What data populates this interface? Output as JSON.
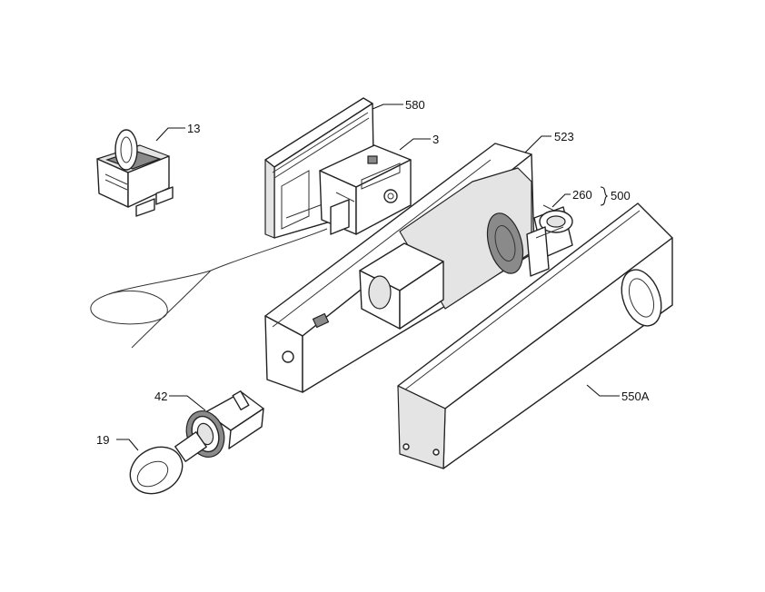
{
  "callouts": {
    "switch": "13",
    "cover_plate": "580",
    "thermostat": "3",
    "housing": "523",
    "motor": "260",
    "motor_group": "500",
    "lamp_socket": "42",
    "lamp": "19",
    "front_cover": "550A"
  }
}
